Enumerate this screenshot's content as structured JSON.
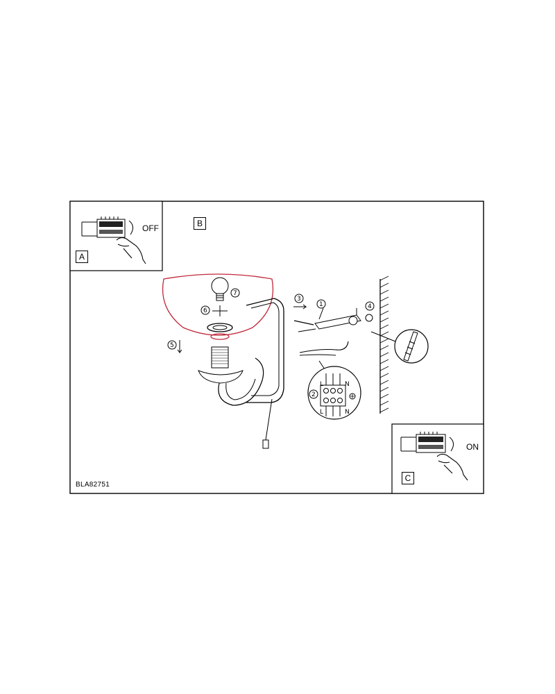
{
  "panels": {
    "a": {
      "letter": "A",
      "switch_label": "OFF"
    },
    "b": {
      "letter": "B"
    },
    "c": {
      "letter": "C",
      "switch_label": "ON"
    }
  },
  "steps": [
    "1",
    "2",
    "3",
    "4",
    "5",
    "6",
    "7"
  ],
  "terminal_labels": {
    "live": "L",
    "neutral": "N"
  },
  "model_code": "BLA82751",
  "colors": {
    "line": "#000000",
    "highlight": "#c0283a",
    "background": "#ffffff"
  },
  "icons": [
    "light-switch-icon",
    "hand-icon",
    "light-bulb-icon",
    "wall-plug-icon",
    "terminal-block-icon",
    "arrow-icon"
  ]
}
